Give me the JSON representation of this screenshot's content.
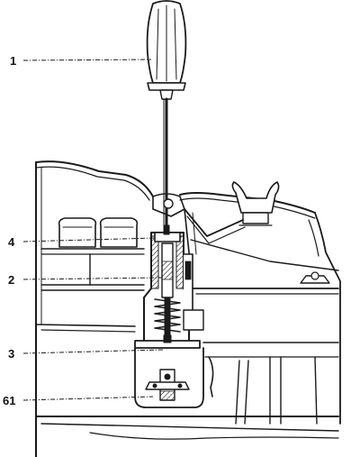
{
  "callouts": [
    {
      "id": "1",
      "label": "1"
    },
    {
      "id": "4",
      "label": "4"
    },
    {
      "id": "2",
      "label": "2"
    },
    {
      "id": "3",
      "label": "3"
    },
    {
      "id": "61",
      "label": "61"
    }
  ],
  "colors": {
    "ink": "#1a1a1a",
    "paper": "#ffffff"
  }
}
